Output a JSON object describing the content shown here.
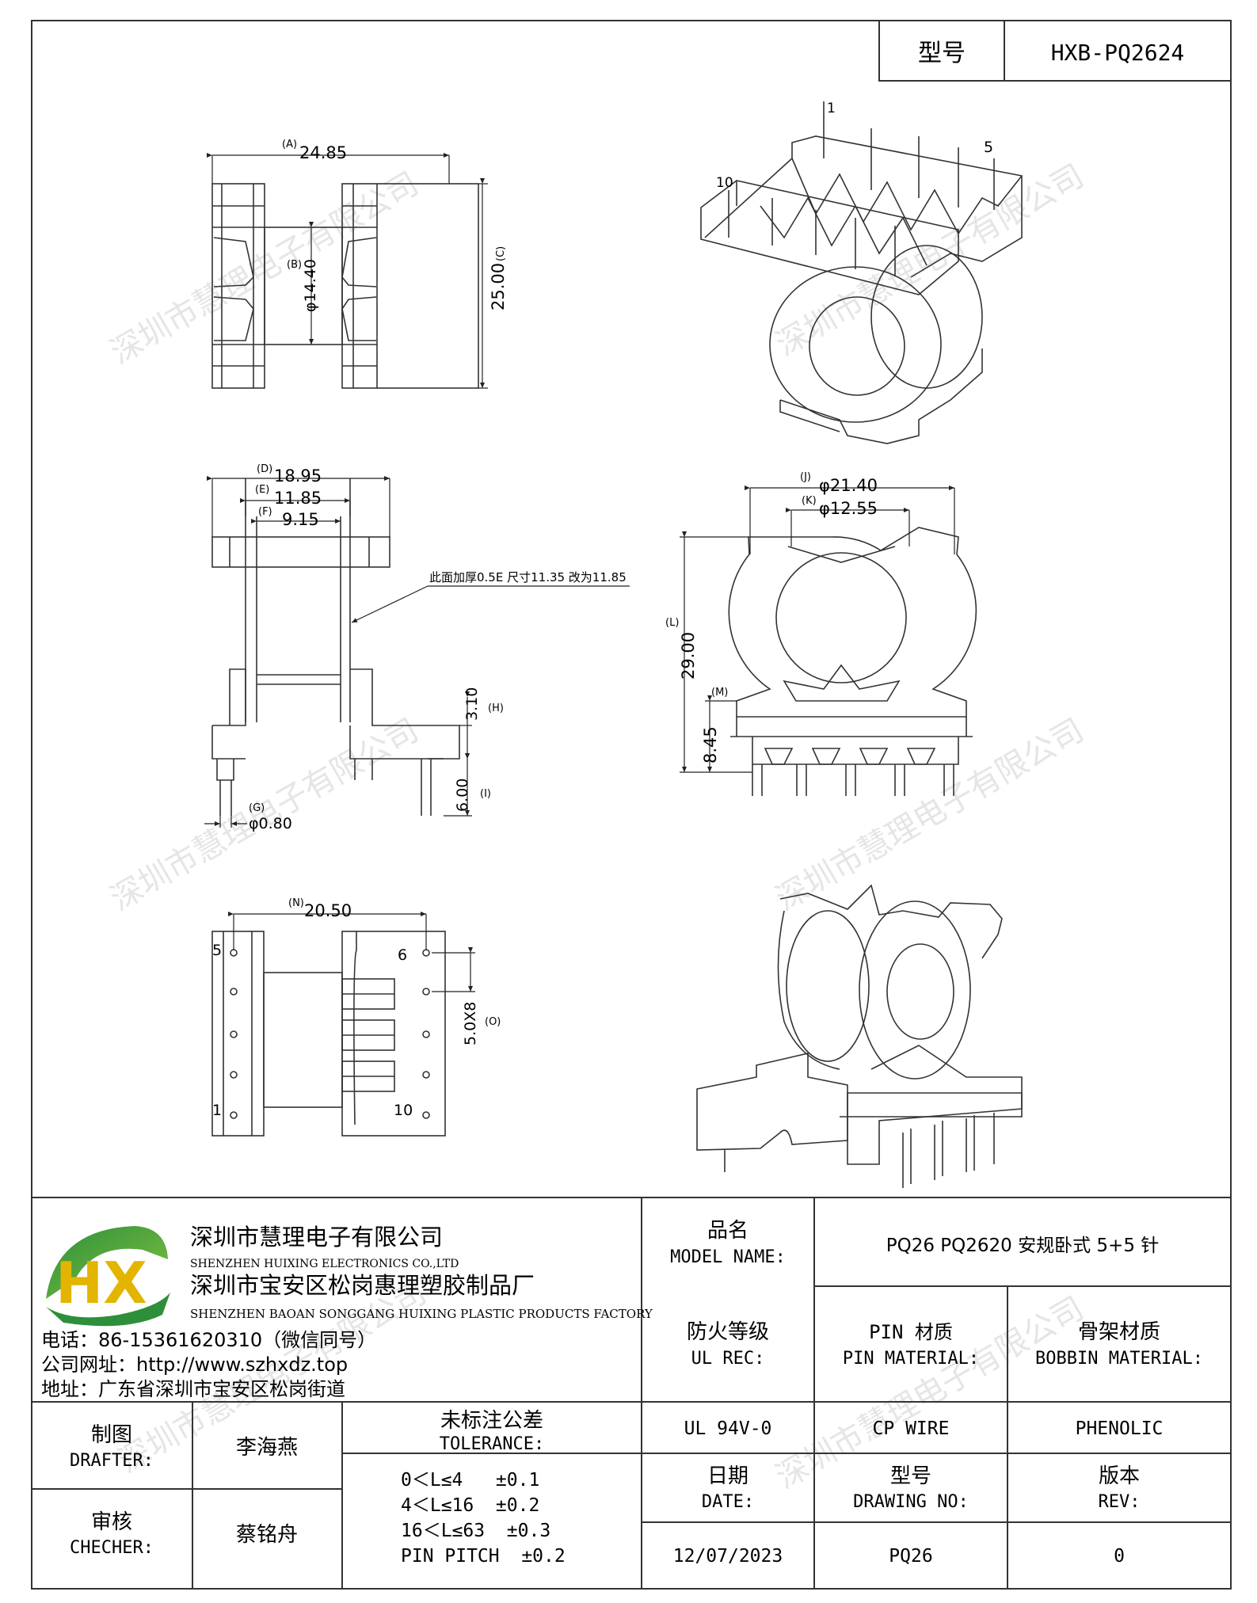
{
  "header": {
    "model_label": "型号",
    "model_value": "HXB-PQ2624"
  },
  "watermark": "深圳市慧理电子有限公司",
  "top_view": {
    "dim_a": "24.85",
    "dim_a_tag": "(A)",
    "dim_b": "φ14.40",
    "dim_b_tag": "(B)",
    "dim_c": "25.00",
    "dim_c_tag": "(C)"
  },
  "side_view": {
    "dim_d": "18.95",
    "dim_d_tag": "(D)",
    "dim_e": "11.85",
    "dim_e_tag": "(E)",
    "dim_f": "9.15",
    "dim_f_tag": "(F)",
    "dim_h": "3.10",
    "dim_h_tag": "(H)",
    "dim_i": "6.00",
    "dim_i_tag": "(I)",
    "dim_g": "φ0.80",
    "dim_g_tag": "(G)",
    "note": "此面加厚0.5E 尺寸11.35 改为11.85"
  },
  "bottom_view": {
    "dim_n": "20.50",
    "dim_n_tag": "(N)",
    "dim_o": "5.0X8",
    "dim_o_tag": "(O)",
    "pin_1": "1",
    "pin_5": "5",
    "pin_6": "6",
    "pin_10": "10"
  },
  "front_view": {
    "dim_j": "φ21.40",
    "dim_j_tag": "(J)",
    "dim_k": "φ12.55",
    "dim_k_tag": "(K)",
    "dim_l": "29.00",
    "dim_l_tag": "(L)",
    "dim_m": "8.45",
    "dim_m_tag": "(M)"
  },
  "iso_top": {
    "pin_1": "1",
    "pin_5": "5",
    "pin_10": "10"
  },
  "company": {
    "name_cn": "深圳市慧理电子有限公司",
    "name_en": "SHENZHEN HUIXING ELECTRONICS CO.,LTD",
    "factory_cn": "深圳市宝安区松岗惠理塑胶制品厂",
    "factory_en": "SHENZHEN BAOAN SONGGANG HUIXING PLASTIC PRODUCTS FACTORY",
    "phone": "电话：86-15361620310（微信同号）",
    "website": "公司网址：http://www.szhxdz.top",
    "address": "地址：广东省深圳市宝安区松岗街道",
    "logo_text": "HX"
  },
  "title_block": {
    "model_name_cn": "品名",
    "model_name_en": "MODEL NAME:",
    "model_name_value": "PQ26 PQ2620 安规卧式 5+5 针",
    "ul_cn": "防火等级",
    "ul_en": "UL REC:",
    "pin_cn": "PIN 材质",
    "pin_en": "PIN MATERIAL:",
    "bobbin_cn": "骨架材质",
    "bobbin_en": "BOBBIN MATERIAL:",
    "ul_value": "UL 94V-0",
    "pin_value": "CP WIRE",
    "bobbin_value": "PHENOLIC",
    "date_cn": "日期",
    "date_en": "DATE:",
    "dwg_cn": "型号",
    "dwg_en": "DRAWING NO:",
    "rev_cn": "版本",
    "rev_en": "REV:",
    "date_value": "12/07/2023",
    "dwg_value": "PQ26",
    "rev_value": "0",
    "drafter_cn": "制图",
    "drafter_en": "DRAFTER:",
    "drafter_value": "李海燕",
    "checker_cn": "审核",
    "checker_en": "CHECHER:",
    "checker_value": "蔡铭舟",
    "tol_cn": "未标注公差",
    "tol_en": "TOLERANCE:",
    "tol_1": "0＜L≤4   ±0.1",
    "tol_2": "4＜L≤16  ±0.2",
    "tol_3": "16＜L≤63  ±0.3",
    "tol_4": "PIN PITCH  ±0.2"
  }
}
